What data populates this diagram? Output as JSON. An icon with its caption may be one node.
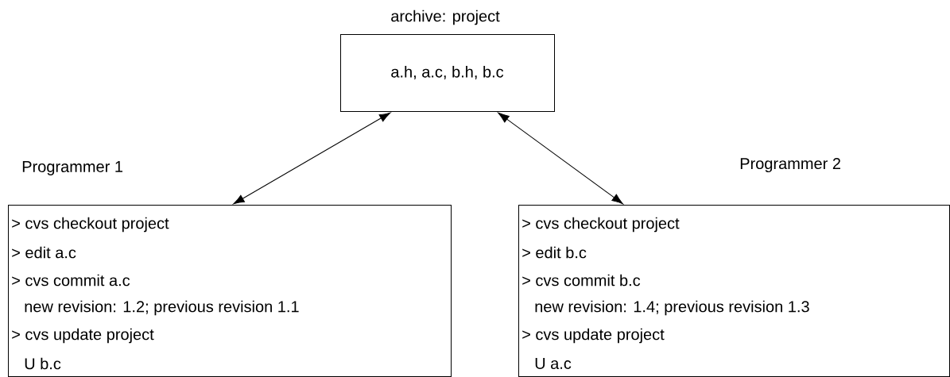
{
  "diagram": {
    "nodes": [
      {
        "text": [
          "archive: project",
          "a.h, a.c, b.h, b.c"
        ]
      },
      {
        "text": [
          "Programmer 1",
          "> cvs checkout project",
          "> edit a.c",
          "> cvs commit a.c",
          "new revision: 1.2; previous revision 1.1",
          "> cvs update project",
          "U b.c"
        ]
      },
      {
        "text": [
          "Programmer 2",
          "> cvs checkout project",
          "> edit b.c",
          "> cvs commit b.c",
          "new revision: 1.4; previous revision 1.3",
          "> cvs update project",
          "U a.c"
        ]
      }
    ],
    "edges": [
      {
        "from": 0,
        "to": 1,
        "arrow": "both"
      },
      {
        "from": 0,
        "to": 2,
        "arrow": "both"
      }
    ]
  }
}
